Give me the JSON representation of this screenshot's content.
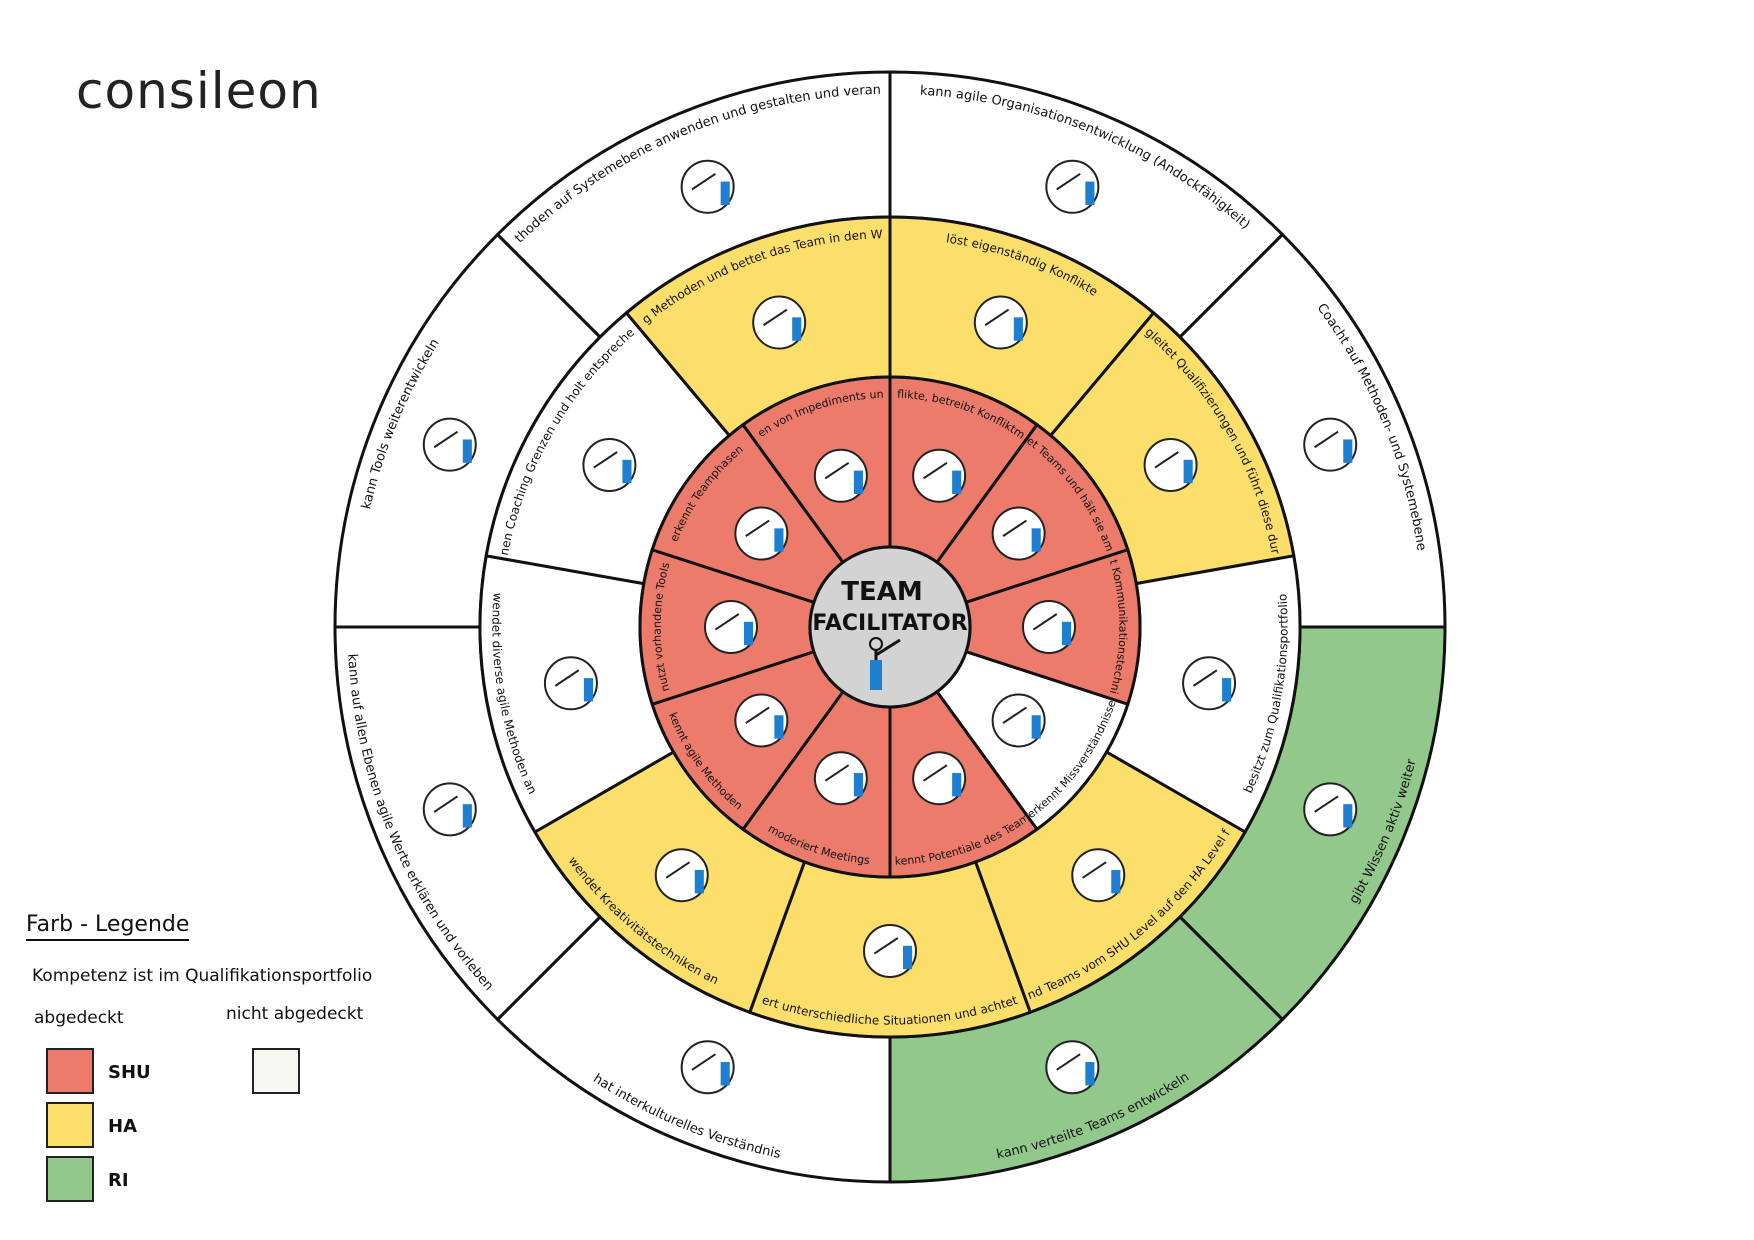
{
  "brand": "consileon",
  "center": {
    "line1": "TEAM",
    "line2": "FACILITATOR"
  },
  "colors": {
    "SHU": "#ec7b6b",
    "HA": "#fcdf6a",
    "RI": "#92c88c",
    "none": "#ffffff",
    "line": "#111111",
    "center": "#d3d3d3"
  },
  "rings": {
    "outer": [
      {
        "label": "kann agile Organisationsentwicklung (Andockfähigkeit)",
        "level": "none",
        "icon": "building-spiral-icon"
      },
      {
        "label": "Coacht auf Methoden- und Systemebene",
        "level": "none",
        "icon": "coach-whiteboard-icon"
      },
      {
        "label": "gibt Wissen aktiv weiter",
        "level": "RI",
        "icon": "knowledge-transfer-icon"
      },
      {
        "label": "kann verteilte Teams entwickeln",
        "level": "RI",
        "icon": "globe-hands-icon"
      },
      {
        "label": "hat interkulturelles Verständnis",
        "level": "none",
        "icon": "globe-compass-icon"
      },
      {
        "label": "kann auf allen Ebenen agile Werte erklären und vorleben",
        "level": "none",
        "icon": "compass-icon"
      },
      {
        "label": "kann Tools weiterentwickeln",
        "level": "none",
        "icon": "pliers-icon"
      },
      {
        "label": "kann Skalierungsmethoden auf Systemebene anwenden und gestalten und verantwortet Wirksamkeit",
        "level": "none",
        "icon": "building-person-icon"
      }
    ],
    "middle": [
      {
        "label": "löst eigenständig Konflikte",
        "level": "HA",
        "icon": "lightbulb-bomb-icon"
      },
      {
        "label": "begleitet Qualifizierungen und führt diese durch",
        "level": "HA",
        "icon": "training-icon"
      },
      {
        "label": "besitzt zum Qualifikationsportfolio",
        "level": "none",
        "icon": "presentation-icon"
      },
      {
        "label": "kann Teamentwicklung planen und Teams vom SHU Level auf den HA Level führen und neue Teams aufbauen",
        "level": "HA",
        "icon": "ladder-icon"
      },
      {
        "label": "moderiert unterschiedliche Situationen und achtet darauf",
        "level": "HA",
        "icon": "moderation-icon"
      },
      {
        "label": "wendet Kreativitätstechniken an",
        "level": "HA",
        "icon": "creativity-icon"
      },
      {
        "label": "wendet diverse agile Methoden an",
        "level": "none",
        "icon": "methods-icon"
      },
      {
        "label": "versteht die eigenen Coaching Grenzen und holt entsprechend Unterstützung",
        "level": "none",
        "icon": "coaching-limits-icon"
      },
      {
        "label": "kennt Scaling Methoden und bettet das Team in den Wertstrom ein",
        "level": "HA",
        "icon": "value-stream-icon"
      }
    ],
    "inner": [
      {
        "label": "erkennt Konflikte, betreibt Konfliktmanagement",
        "level": "SHU",
        "icon": "conflict-icon"
      },
      {
        "label": "begleitet Teams und hält sie am Laufen",
        "level": "SHU",
        "icon": "team-running-icon"
      },
      {
        "label": "wendet Kommunikationstechniken an",
        "level": "SHU",
        "icon": "speech-bubble-icon"
      },
      {
        "label": "erkennt Missverständnisse",
        "level": "none",
        "icon": "misunderstanding-icon"
      },
      {
        "label": "erkennt Potentiale des Teams",
        "level": "SHU",
        "icon": "potential-icon"
      },
      {
        "label": "moderiert Meetings",
        "level": "SHU",
        "icon": "agenda-icon"
      },
      {
        "label": "kennt agile Methoden",
        "level": "SHU",
        "icon": "book-icon"
      },
      {
        "label": "nutzt vorhandene Tools",
        "level": "SHU",
        "icon": "tools-icon"
      },
      {
        "label": "erkennt Teamphasen",
        "level": "SHU",
        "icon": "alarm-clock-icon"
      },
      {
        "label": "sorgt für das Erkennen von Impediments und deren Beseitigung",
        "level": "SHU",
        "icon": "impediment-icon"
      }
    ]
  },
  "legend": {
    "title": "Farb - Legende",
    "subtitle": "Kompetenz ist im Qualifikationsportfolio",
    "covered": "abgedeckt",
    "not_covered": "nicht abgedeckt",
    "items": [
      {
        "label": "SHU",
        "level": "SHU"
      },
      {
        "label": "HA",
        "level": "HA"
      },
      {
        "label": "RI",
        "level": "RI"
      }
    ]
  }
}
